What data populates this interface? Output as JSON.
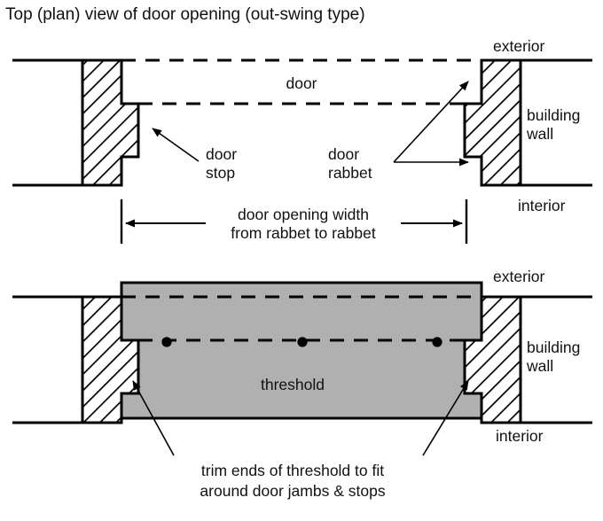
{
  "title": "Top (plan) view of door opening (out-swing type)",
  "colors": {
    "stroke": "#000000",
    "threshold_fill": "#b0b0b0",
    "background": "#ffffff",
    "hatch": "#000000"
  },
  "top_diagram": {
    "name": "plan-view-door-opening",
    "labels": {
      "exterior": "exterior",
      "interior": "interior",
      "building_wall_line1": "building",
      "building_wall_line2": "wall",
      "door": "door",
      "door_stop_line1": "door",
      "door_stop_line2": "stop",
      "door_rabbet_line1": "door",
      "door_rabbet_line2": "rabbet"
    },
    "dimension": {
      "line1": "door opening width",
      "line2": "from rabbet to rabbet"
    }
  },
  "bottom_diagram": {
    "name": "plan-view-threshold",
    "labels": {
      "exterior": "exterior",
      "interior": "interior",
      "building_wall_line1": "building",
      "building_wall_line2": "wall",
      "threshold": "threshold"
    },
    "note": {
      "line1": "trim ends of threshold to fit",
      "line2": "around door jambs & stops"
    },
    "fastener_dots": 3
  }
}
